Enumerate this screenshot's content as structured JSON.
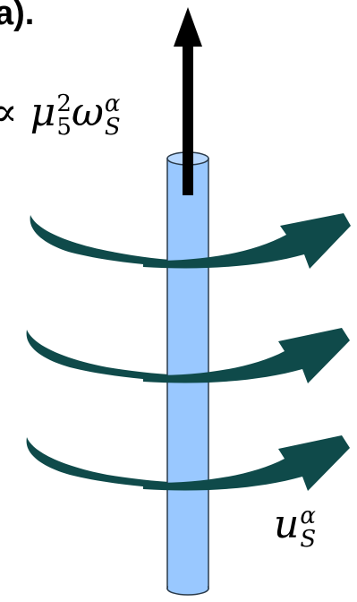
{
  "panel_label": "a).",
  "proportionality": {
    "prefix": "∝",
    "base": "μ",
    "base_sub": "5",
    "base_sup": "2",
    "symbol": "ω",
    "symbol_sub": "S",
    "symbol_sup": "α"
  },
  "velocity_label": {
    "symbol": "u",
    "sub": "S",
    "sup": "α"
  },
  "colors": {
    "tube_fill": "#99c8ff",
    "tube_stroke": "#2a3a4a",
    "swirl": "#0f4a4a",
    "arrow": "#000000"
  },
  "icons": [
    "vertical-arrow-icon",
    "tube",
    "swirl-arrow-icon"
  ]
}
